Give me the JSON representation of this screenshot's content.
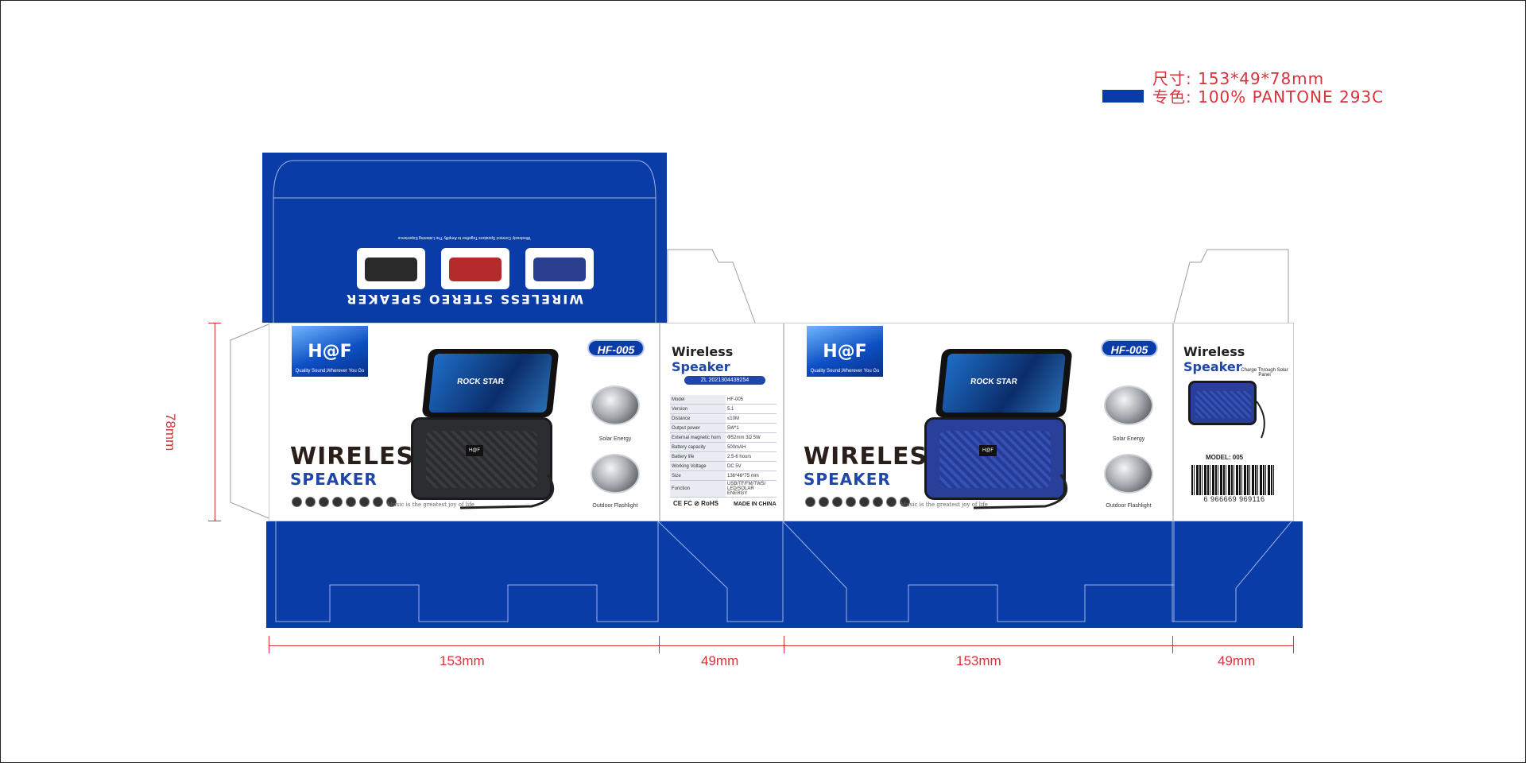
{
  "spec": {
    "size_line": "尺寸: 153*49*78mm",
    "color_line": "专色: 100% PANTONE 293C",
    "swatch_color": "#0a3ca8"
  },
  "front": {
    "logo_brand": "H@F",
    "logo_tagline": "Quality Sound,Wherever You Go",
    "model_badge": "HF-005",
    "title_line1": "WIRELESS",
    "title_line2": "SPEAKER",
    "slogan": "Music is the greatest joy of life",
    "feature1_caption": "Solar Energy",
    "feature2_caption": "Outdoor Flashlight",
    "speaker_badge": "H@F",
    "phone_text": "ROCK STAR"
  },
  "top_flap": {
    "banner_text": "WIRELESS STEREO SPEAKER",
    "tagline": "Wirelessly Connect Speakers Together to Amplify The Listening Experience"
  },
  "side1": {
    "title_a": "Wireless",
    "title_b": "Speaker",
    "patent": "ZL 2021304439254",
    "specs": [
      [
        "Model",
        "HF-005"
      ],
      [
        "Version",
        "5.1"
      ],
      [
        "Distance",
        "≤10M"
      ],
      [
        "Output power",
        "5W*1"
      ],
      [
        "External magnetic horn",
        "Φ52mm 3Ω 5W"
      ],
      [
        "Battery capacity",
        "500mAH"
      ],
      [
        "Battery life",
        "2.5-6 hours"
      ],
      [
        "Working Voltage",
        "DC 5V"
      ],
      [
        "Size",
        "136*46*75 mm"
      ],
      [
        "Function",
        "USB/TF/FM/TWS/ LED/SOLAR ENERGY"
      ]
    ],
    "certs": "CE FC ⊘ RoHS",
    "made_in": "MADE IN CHINA"
  },
  "side2": {
    "title_a": "Wireless",
    "title_b": "Speaker",
    "callout": "Charge Through Solar Panel",
    "model_label": "MODEL: 005",
    "barcode_number": "6 966669 969116"
  },
  "dimensions": {
    "width1": "153mm",
    "depth1": "49mm",
    "width2": "153mm",
    "depth2": "49mm",
    "height": "78mm"
  }
}
